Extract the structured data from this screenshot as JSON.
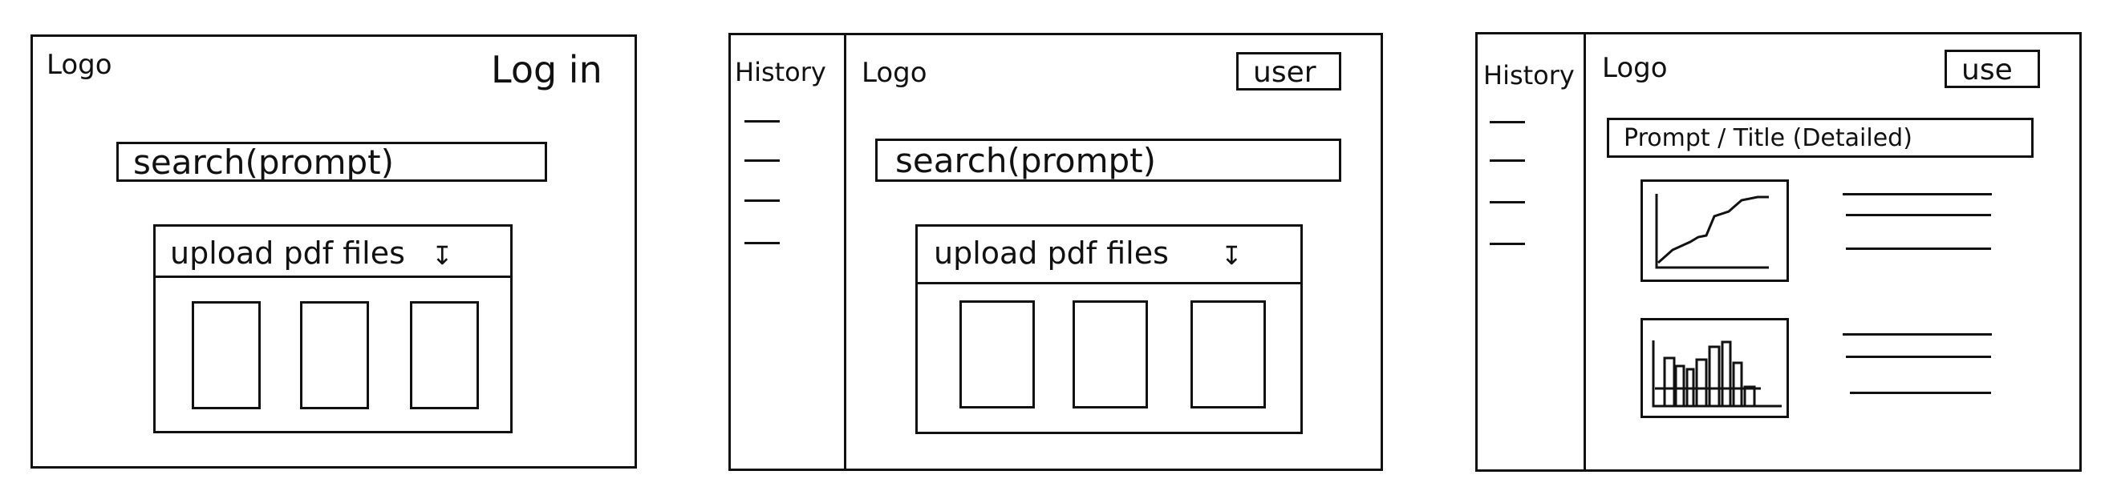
{
  "wireframes": [
    {
      "logo": "Logo",
      "login": "Log in",
      "search": "search(prompt)",
      "upload": {
        "title": "upload pdf files",
        "arrow": "↧",
        "files": 3
      }
    },
    {
      "sidebar": {
        "title": "History",
        "items": 4
      },
      "logo": "Logo",
      "user": "user",
      "search": "search(prompt)",
      "upload": {
        "title": "upload pdf files",
        "arrow": "↧",
        "files": 3
      }
    },
    {
      "sidebar": {
        "title": "History",
        "items": 4
      },
      "logo": "Logo",
      "user": "use",
      "prompt_title": "Prompt / Title (Detailed)",
      "results": [
        {
          "chart_icon": "line-chart-icon",
          "text_lines": 3
        },
        {
          "chart_icon": "bar-chart-icon",
          "text_lines": 3
        }
      ]
    }
  ],
  "colors": {
    "ink": "#111111",
    "background": "#ffffff"
  }
}
